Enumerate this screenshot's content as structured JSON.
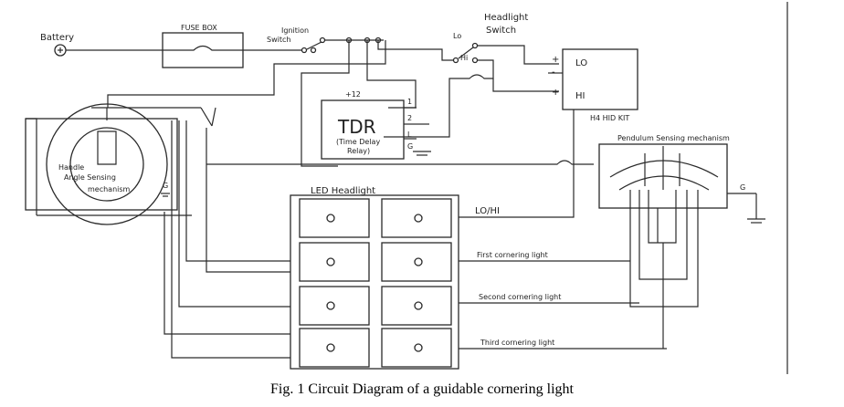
{
  "labels": {
    "battery": "Battery",
    "fuse_box": "FUSE BOX",
    "ignition_switch_1": "Ignition",
    "ignition_switch_2": "Switch",
    "headlight_switch_1": "Headlight",
    "headlight_switch_2": "Switch",
    "lo_switch": "Lo",
    "hi_switch": "Hi",
    "lo_kit": "LO",
    "hi_kit": "HI",
    "h4_hid_kit": "H4 HID KIT",
    "plus_12": "+12",
    "tdr": "TDR",
    "tdr_sub_1": "(Time Delay",
    "tdr_sub_2": "Relay)",
    "pin_1": "1",
    "pin_2": "2",
    "pin_l": "L",
    "pin_g": "G",
    "handle_1": "Handle",
    "handle_2": "Angle Sensing",
    "handle_3": "mechanism",
    "handle_g": "G",
    "pendulum": "Pendulum Sensing mechanism",
    "pendulum_g": "G",
    "led_headlight": "LED Headlight",
    "lo_hi": "LO/HI",
    "first_cornering": "First cornering light",
    "second_cornering": "Second cornering light",
    "third_cornering": "Third cornering light",
    "plus": "+",
    "minus": "-"
  },
  "caption": "Fig. 1 Circuit Diagram of a guidable cornering light"
}
